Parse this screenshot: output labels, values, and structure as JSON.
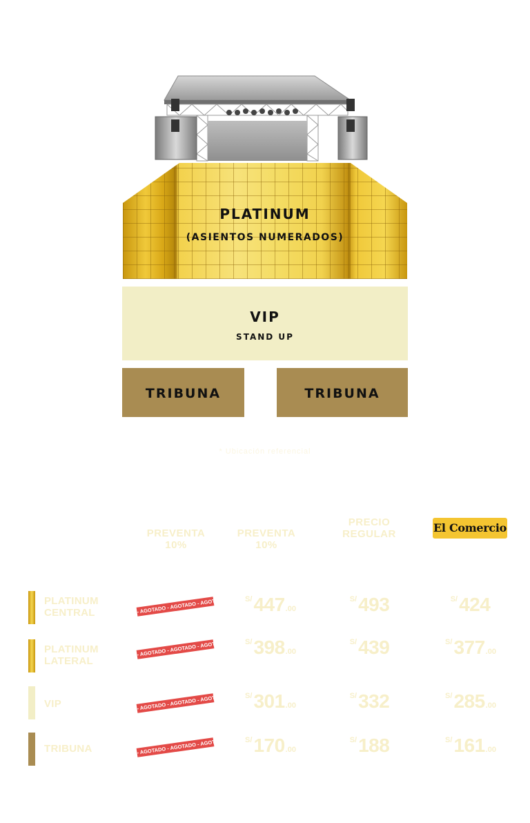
{
  "map": {
    "platinum": {
      "title": "PLATINUM",
      "subtitle": "(ASIENTOS NUMERADOS)"
    },
    "vip": {
      "title": "VIP",
      "subtitle": "STAND UP"
    },
    "tribuna_left": {
      "title": "TRIBUNA"
    },
    "tribuna_right": {
      "title": "TRIBUNA"
    },
    "caption": "* Ubicación referencial",
    "colors": {
      "platinum": "#e6bd2c",
      "vip": "#f2eec6",
      "tribuna": "#a98c52",
      "soldout": "#e34a47"
    }
  },
  "prices": {
    "headers": {
      "preventa": {
        "main_1": "PREVENTA",
        "main_2": "10%",
        "sub": ""
      },
      "preventa2": {
        "main_1": "PREVENTA",
        "main_2": "10%",
        "sub": ""
      },
      "regular": {
        "main_1": "PRECIO",
        "main_2": "REGULAR",
        "sub_1": "",
        "sub_2": ""
      },
      "comercio": {
        "logo": "El Comercio",
        "sub_1": "",
        "sub_2": ""
      }
    },
    "soldout_text": "- AGOTADO - AGOTADO - AGOTADO - AGOTADO - AGOTADO",
    "rows": [
      {
        "label_1": "PLATINUM",
        "label_2": "CENTRAL",
        "preventa2": {
          "cur": "S/",
          "amt": "447",
          "dec": ".00"
        },
        "regular": {
          "cur": "S/",
          "amt": "493",
          "dec": ""
        },
        "comercio": {
          "cur": "S/",
          "amt": "424",
          "dec": ""
        }
      },
      {
        "label_1": "PLATINUM",
        "label_2": "LATERAL",
        "preventa2": {
          "cur": "S/",
          "amt": "398",
          "dec": ".00"
        },
        "regular": {
          "cur": "S/",
          "amt": "439",
          "dec": ""
        },
        "comercio": {
          "cur": "S/",
          "amt": "377",
          "dec": ".00"
        }
      },
      {
        "label_1": "VIP",
        "label_2": "",
        "preventa2": {
          "cur": "S/",
          "amt": "301",
          "dec": ".00"
        },
        "regular": {
          "cur": "S/",
          "amt": "332",
          "dec": ""
        },
        "comercio": {
          "cur": "S/",
          "amt": "285",
          "dec": ".00"
        }
      },
      {
        "label_1": "TRIBUNA",
        "label_2": "",
        "preventa2": {
          "cur": "S/",
          "amt": "170",
          "dec": ".00"
        },
        "regular": {
          "cur": "S/",
          "amt": "188",
          "dec": ""
        },
        "comercio": {
          "cur": "S/",
          "amt": "161",
          "dec": ".00"
        }
      }
    ]
  }
}
